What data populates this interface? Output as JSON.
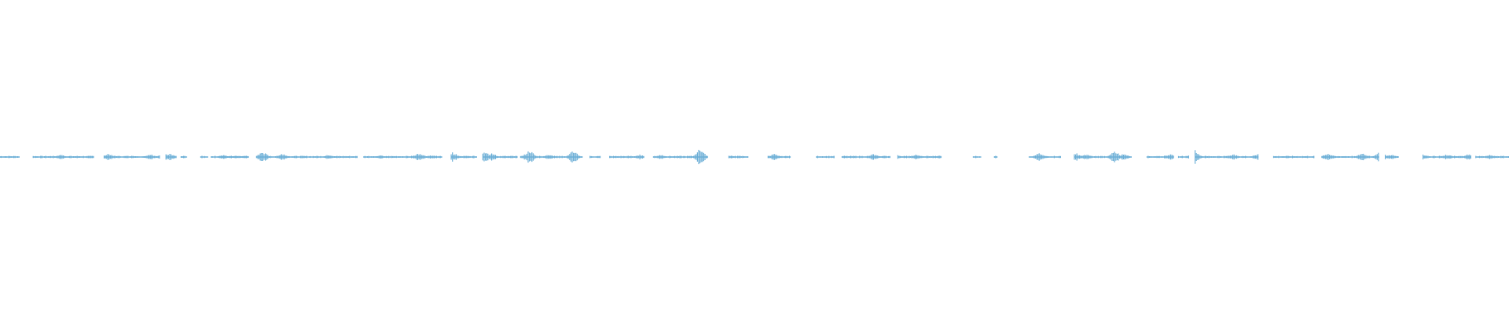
{
  "waveform": {
    "color": "#6aaed6",
    "background": "#ffffff",
    "duration_pct": 100,
    "segments": [
      [
        0.0,
        1.3
      ],
      [
        2.2,
        6.2
      ],
      [
        6.9,
        10.6
      ],
      [
        11.0,
        11.7
      ],
      [
        12.0,
        12.4
      ],
      [
        13.3,
        13.8
      ],
      [
        14.0,
        16.3
      ],
      [
        16.5,
        14.5
      ],
      [
        17.0,
        23.7
      ],
      [
        24.1,
        29.3
      ],
      [
        29.9,
        31.6
      ],
      [
        32.0,
        34.3
      ],
      [
        34.5,
        38.6
      ],
      [
        39.1,
        39.8
      ],
      [
        40.4,
        42.7
      ],
      [
        43.3,
        46.9
      ],
      [
        48.3,
        49.6
      ],
      [
        50.9,
        52.4
      ],
      [
        54.1,
        55.3
      ],
      [
        55.8,
        59.0
      ],
      [
        59.5,
        62.4
      ],
      [
        64.5,
        65.0
      ],
      [
        65.9,
        66.1
      ],
      [
        68.2,
        70.3
      ],
      [
        71.2,
        75.0
      ],
      [
        76.0,
        77.8
      ],
      [
        78.1,
        78.8
      ],
      [
        79.2,
        83.4
      ],
      [
        84.4,
        87.1
      ],
      [
        87.6,
        91.4
      ],
      [
        91.8,
        92.7
      ],
      [
        94.3,
        97.5
      ],
      [
        97.8,
        100.0
      ]
    ],
    "peaks": [
      [
        4.0,
        0.4
      ],
      [
        10.0,
        0.4
      ],
      [
        8.8,
        0.2
      ],
      [
        7.2,
        0.55
      ],
      [
        10.9,
        0.6
      ],
      [
        11.3,
        0.5
      ],
      [
        12.9,
        0.45
      ],
      [
        14.8,
        0.3
      ],
      [
        17.4,
        0.8
      ],
      [
        18.7,
        0.55
      ],
      [
        21.8,
        0.35
      ],
      [
        25.2,
        0.25
      ],
      [
        27.8,
        0.65
      ],
      [
        28.6,
        0.3
      ],
      [
        30.0,
        0.7
      ],
      [
        32.1,
        0.95
      ],
      [
        32.6,
        0.55
      ],
      [
        35.1,
        1.0
      ],
      [
        36.4,
        0.4
      ],
      [
        38.0,
        1.0
      ],
      [
        42.4,
        0.35
      ],
      [
        43.8,
        0.35
      ],
      [
        46.4,
        1.25
      ],
      [
        48.3,
        0.3
      ],
      [
        51.3,
        0.45
      ],
      [
        53.2,
        0.25
      ],
      [
        57.9,
        0.45
      ],
      [
        59.3,
        0.6
      ],
      [
        60.7,
        0.35
      ],
      [
        62.4,
        0.3
      ],
      [
        68.9,
        0.6
      ],
      [
        71.3,
        0.6
      ],
      [
        72.0,
        0.45
      ],
      [
        73.9,
        0.9
      ],
      [
        74.5,
        0.55
      ],
      [
        77.5,
        0.45
      ],
      [
        79.2,
        1.05
      ],
      [
        81.7,
        0.45
      ],
      [
        83.4,
        0.55
      ],
      [
        88.0,
        0.55
      ],
      [
        90.3,
        0.6
      ],
      [
        91.5,
        0.85
      ],
      [
        92.2,
        0.45
      ],
      [
        94.3,
        0.45
      ],
      [
        95.9,
        0.4
      ],
      [
        97.3,
        0.45
      ],
      [
        98.8,
        0.35
      ]
    ]
  }
}
